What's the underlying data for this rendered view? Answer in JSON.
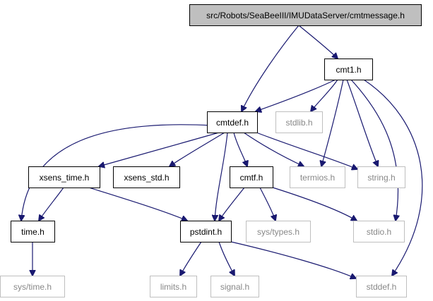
{
  "graph": {
    "edge_color": "#191970",
    "root_fill": "#bfbfbf",
    "dim_border": "#bfbfbf",
    "nodes": [
      {
        "id": "root",
        "label": "src/Robots/SeaBeeIII/IMUDataServer/cmtmessage.h",
        "style": "root"
      },
      {
        "id": "cmt1",
        "label": "cmt1.h",
        "style": "normal"
      },
      {
        "id": "cmtdef",
        "label": "cmtdef.h",
        "style": "normal"
      },
      {
        "id": "stdlib",
        "label": "stdlib.h",
        "style": "dim"
      },
      {
        "id": "xsens_time",
        "label": "xsens_time.h",
        "style": "normal"
      },
      {
        "id": "xsens_std",
        "label": "xsens_std.h",
        "style": "normal"
      },
      {
        "id": "cmtf",
        "label": "cmtf.h",
        "style": "normal"
      },
      {
        "id": "termios",
        "label": "termios.h",
        "style": "dim"
      },
      {
        "id": "string",
        "label": "string.h",
        "style": "dim"
      },
      {
        "id": "time",
        "label": "time.h",
        "style": "normal"
      },
      {
        "id": "pstdint",
        "label": "pstdint.h",
        "style": "normal"
      },
      {
        "id": "systypes",
        "label": "sys/types.h",
        "style": "dim"
      },
      {
        "id": "stdio",
        "label": "stdio.h",
        "style": "dim"
      },
      {
        "id": "systime",
        "label": "sys/time.h",
        "style": "dim"
      },
      {
        "id": "limits",
        "label": "limits.h",
        "style": "dim"
      },
      {
        "id": "signal",
        "label": "signal.h",
        "style": "dim"
      },
      {
        "id": "stddef",
        "label": "stddef.h",
        "style": "dim"
      }
    ],
    "edges": [
      {
        "from": "root",
        "to": "cmtdef"
      },
      {
        "from": "root",
        "to": "cmt1"
      },
      {
        "from": "cmt1",
        "to": "cmtdef"
      },
      {
        "from": "cmt1",
        "to": "stdlib"
      },
      {
        "from": "cmt1",
        "to": "termios"
      },
      {
        "from": "cmt1",
        "to": "string"
      },
      {
        "from": "cmt1",
        "to": "stdio"
      },
      {
        "from": "cmt1",
        "to": "stddef"
      },
      {
        "from": "cmtdef",
        "to": "time"
      },
      {
        "from": "cmtdef",
        "to": "xsens_time"
      },
      {
        "from": "cmtdef",
        "to": "xsens_std"
      },
      {
        "from": "cmtdef",
        "to": "pstdint"
      },
      {
        "from": "cmtdef",
        "to": "cmtf"
      },
      {
        "from": "cmtdef",
        "to": "termios"
      },
      {
        "from": "cmtdef",
        "to": "string"
      },
      {
        "from": "xsens_time",
        "to": "time"
      },
      {
        "from": "xsens_time",
        "to": "pstdint"
      },
      {
        "from": "cmtf",
        "to": "pstdint"
      },
      {
        "from": "cmtf",
        "to": "systypes"
      },
      {
        "from": "cmtf",
        "to": "stdio"
      },
      {
        "from": "time",
        "to": "systime"
      },
      {
        "from": "pstdint",
        "to": "limits"
      },
      {
        "from": "pstdint",
        "to": "signal"
      },
      {
        "from": "pstdint",
        "to": "stddef"
      }
    ]
  }
}
